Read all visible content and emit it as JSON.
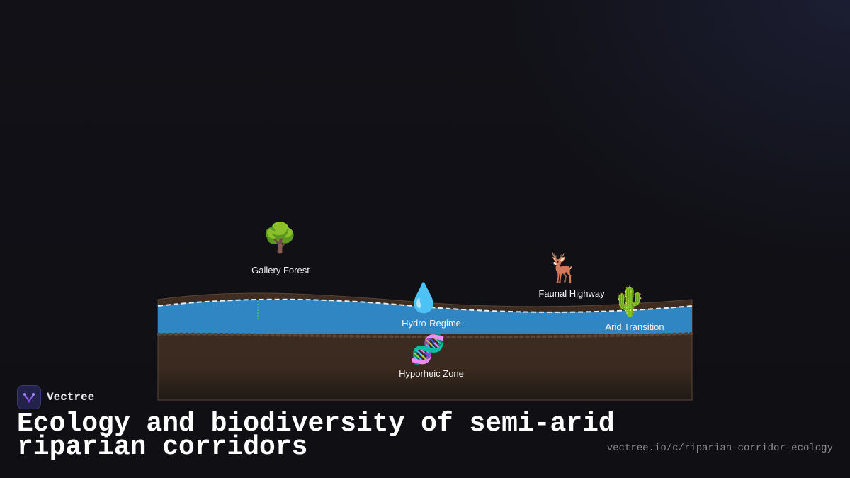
{
  "diagram": {
    "elements": [
      {
        "id": "gallery-forest",
        "emoji": "🌳",
        "label": "Gallery Forest"
      },
      {
        "id": "faunal-highway",
        "emoji": "🦌",
        "label": "Faunal Highway"
      },
      {
        "id": "hydro-regime",
        "emoji": "💧",
        "label": "Hydro-Regime"
      },
      {
        "id": "arid-transition",
        "emoji": "🌵",
        "label": "Arid Transition"
      },
      {
        "id": "hyporheic-zone",
        "emoji": "🧬",
        "label": "Hyporheic Zone"
      }
    ],
    "colors": {
      "water": "#2f86c2",
      "soil": "#3f2d21",
      "bank": "#4a3426",
      "waterline": "#e6eef5",
      "root": "#39b66a"
    }
  },
  "brand": {
    "name": "Vectree"
  },
  "title": "Ecology and biodiversity of semi-arid riparian corridors",
  "url": "vectree.io/c/riparian-corridor-ecology"
}
